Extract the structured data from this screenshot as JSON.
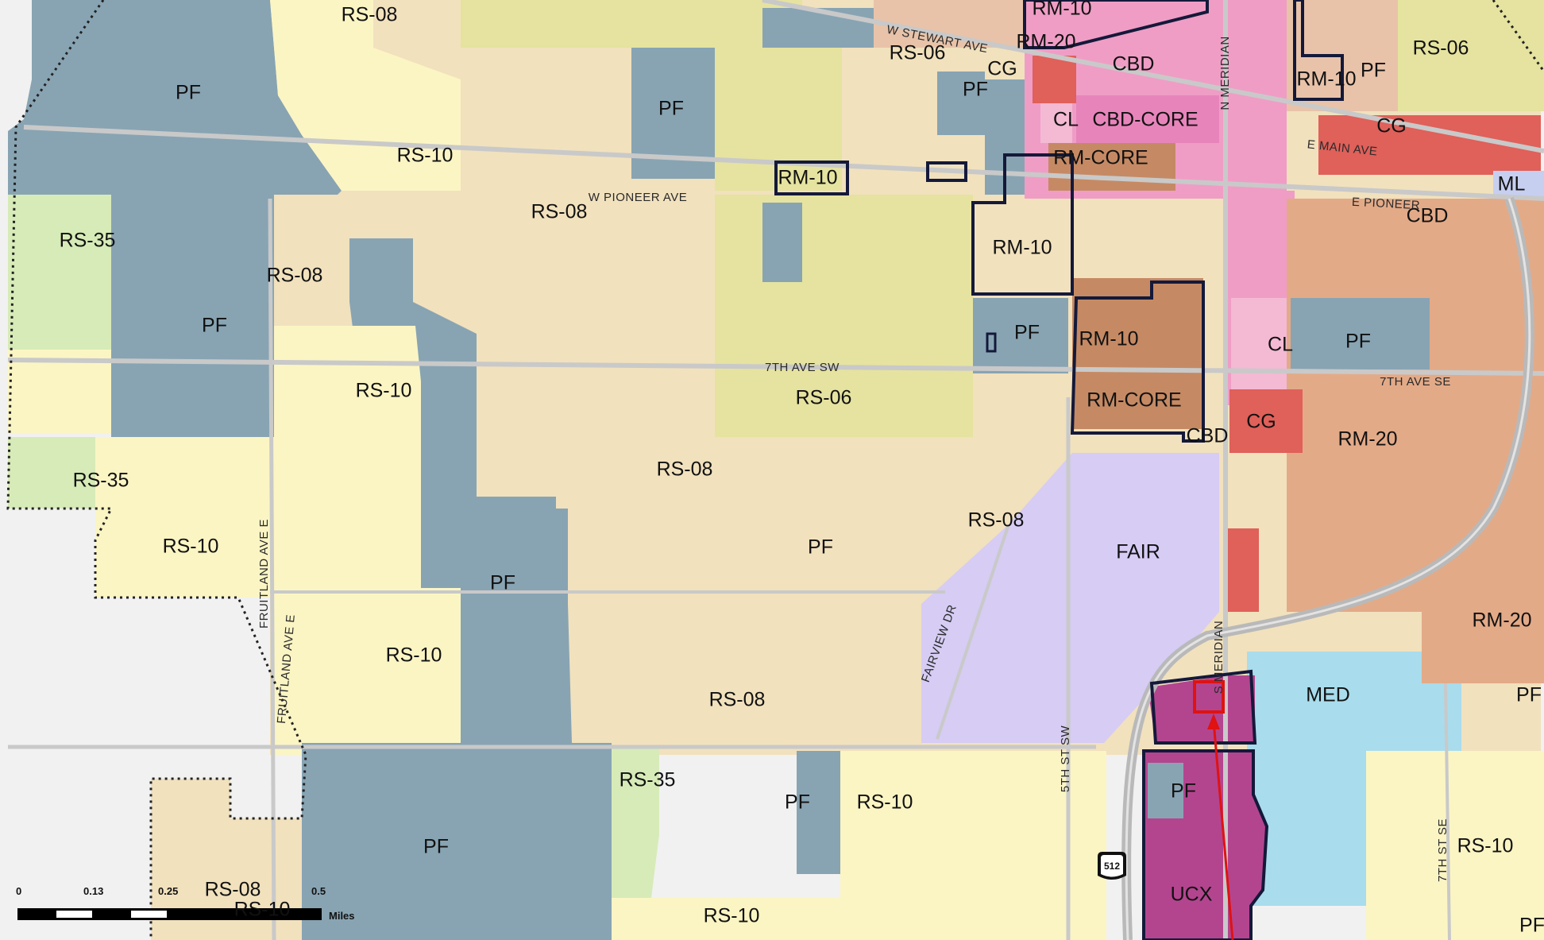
{
  "zone_colors": {
    "PF": "#88a4b3",
    "RS-35": "#d7ebb8",
    "RS-10": "#fbf5c4",
    "RS-08": "#f1e1bd",
    "RS-06": "#e5e39f",
    "RM-10": "#e8c3a9",
    "RM-20": "#e3aa88",
    "RM-CORE": "#c58a64",
    "CBD": "#ef9dc5",
    "CBD-CORE": "#e785bb",
    "CL": "#f4b9d3",
    "CG": "#e0605a",
    "FAIR": "#d6ccf4",
    "MED": "#a9dcec",
    "UCX": "#b3458f",
    "ML": "#c7cff0",
    "County": "#f1f1f1",
    "Street": "#c9c9c9",
    "Overlay": "#14193a",
    "Arrow": "#e01212"
  },
  "zone_labels": [
    {
      "text": "RS-08"
    },
    {
      "text": "PF"
    },
    {
      "text": "RS-06"
    },
    {
      "text": "PF"
    },
    {
      "text": "PF"
    },
    {
      "text": "RM-10"
    },
    {
      "text": "RM-20"
    },
    {
      "text": "CG"
    },
    {
      "text": "CBD"
    },
    {
      "text": "RM-10"
    },
    {
      "text": "PF"
    },
    {
      "text": "RS-06"
    },
    {
      "text": "RS-10"
    },
    {
      "text": "CL"
    },
    {
      "text": "CBD-CORE"
    },
    {
      "text": "CG"
    },
    {
      "text": "RM-CORE"
    },
    {
      "text": "RM-10"
    },
    {
      "text": "ML"
    },
    {
      "text": "RS-08"
    },
    {
      "text": "CBD"
    },
    {
      "text": "RS-35"
    },
    {
      "text": "RS-08"
    },
    {
      "text": "RM-10"
    },
    {
      "text": "PF"
    },
    {
      "text": "PF"
    },
    {
      "text": "RM-10"
    },
    {
      "text": "CL"
    },
    {
      "text": "PF"
    },
    {
      "text": "RS-10"
    },
    {
      "text": "RS-06"
    },
    {
      "text": "RM-CORE"
    },
    {
      "text": "CG"
    },
    {
      "text": "RM-20"
    },
    {
      "text": "CBD"
    },
    {
      "text": "RS-08"
    },
    {
      "text": "RS-35"
    },
    {
      "text": "RS-08"
    },
    {
      "text": "RS-10"
    },
    {
      "text": "PF"
    },
    {
      "text": "FAIR"
    },
    {
      "text": "PF"
    },
    {
      "text": "RS-10"
    },
    {
      "text": "RM-20"
    },
    {
      "text": "RS-08"
    },
    {
      "text": "MED"
    },
    {
      "text": "PF"
    },
    {
      "text": "RS-35"
    },
    {
      "text": "PF"
    },
    {
      "text": "RS-10"
    },
    {
      "text": "PF"
    },
    {
      "text": "PF"
    },
    {
      "text": "RS-10"
    },
    {
      "text": "RS-08"
    },
    {
      "text": "UCX"
    },
    {
      "text": "RS-10"
    },
    {
      "text": "PF"
    },
    {
      "text": "RS-10"
    }
  ],
  "street_labels": [
    {
      "text": "W STEWART AVE"
    },
    {
      "text": "N MERIDIAN"
    },
    {
      "text": "E MAIN AVE"
    },
    {
      "text": "W PIONEER AVE"
    },
    {
      "text": "E PIONEER"
    },
    {
      "text": "7TH AVE SW"
    },
    {
      "text": "7TH AVE SE"
    },
    {
      "text": "FRUITLAND AVE E"
    },
    {
      "text": "FRUITLAND AVE E"
    },
    {
      "text": "FAIRVIEW DR"
    },
    {
      "text": "S MERIDIAN"
    },
    {
      "text": "5TH ST SW"
    },
    {
      "text": "7TH ST SE"
    }
  ],
  "route_shield": {
    "text": "512"
  },
  "scale_bar": {
    "ticks": [
      "0",
      "0.13",
      "0.25",
      "0.5"
    ],
    "unit": "Miles"
  }
}
